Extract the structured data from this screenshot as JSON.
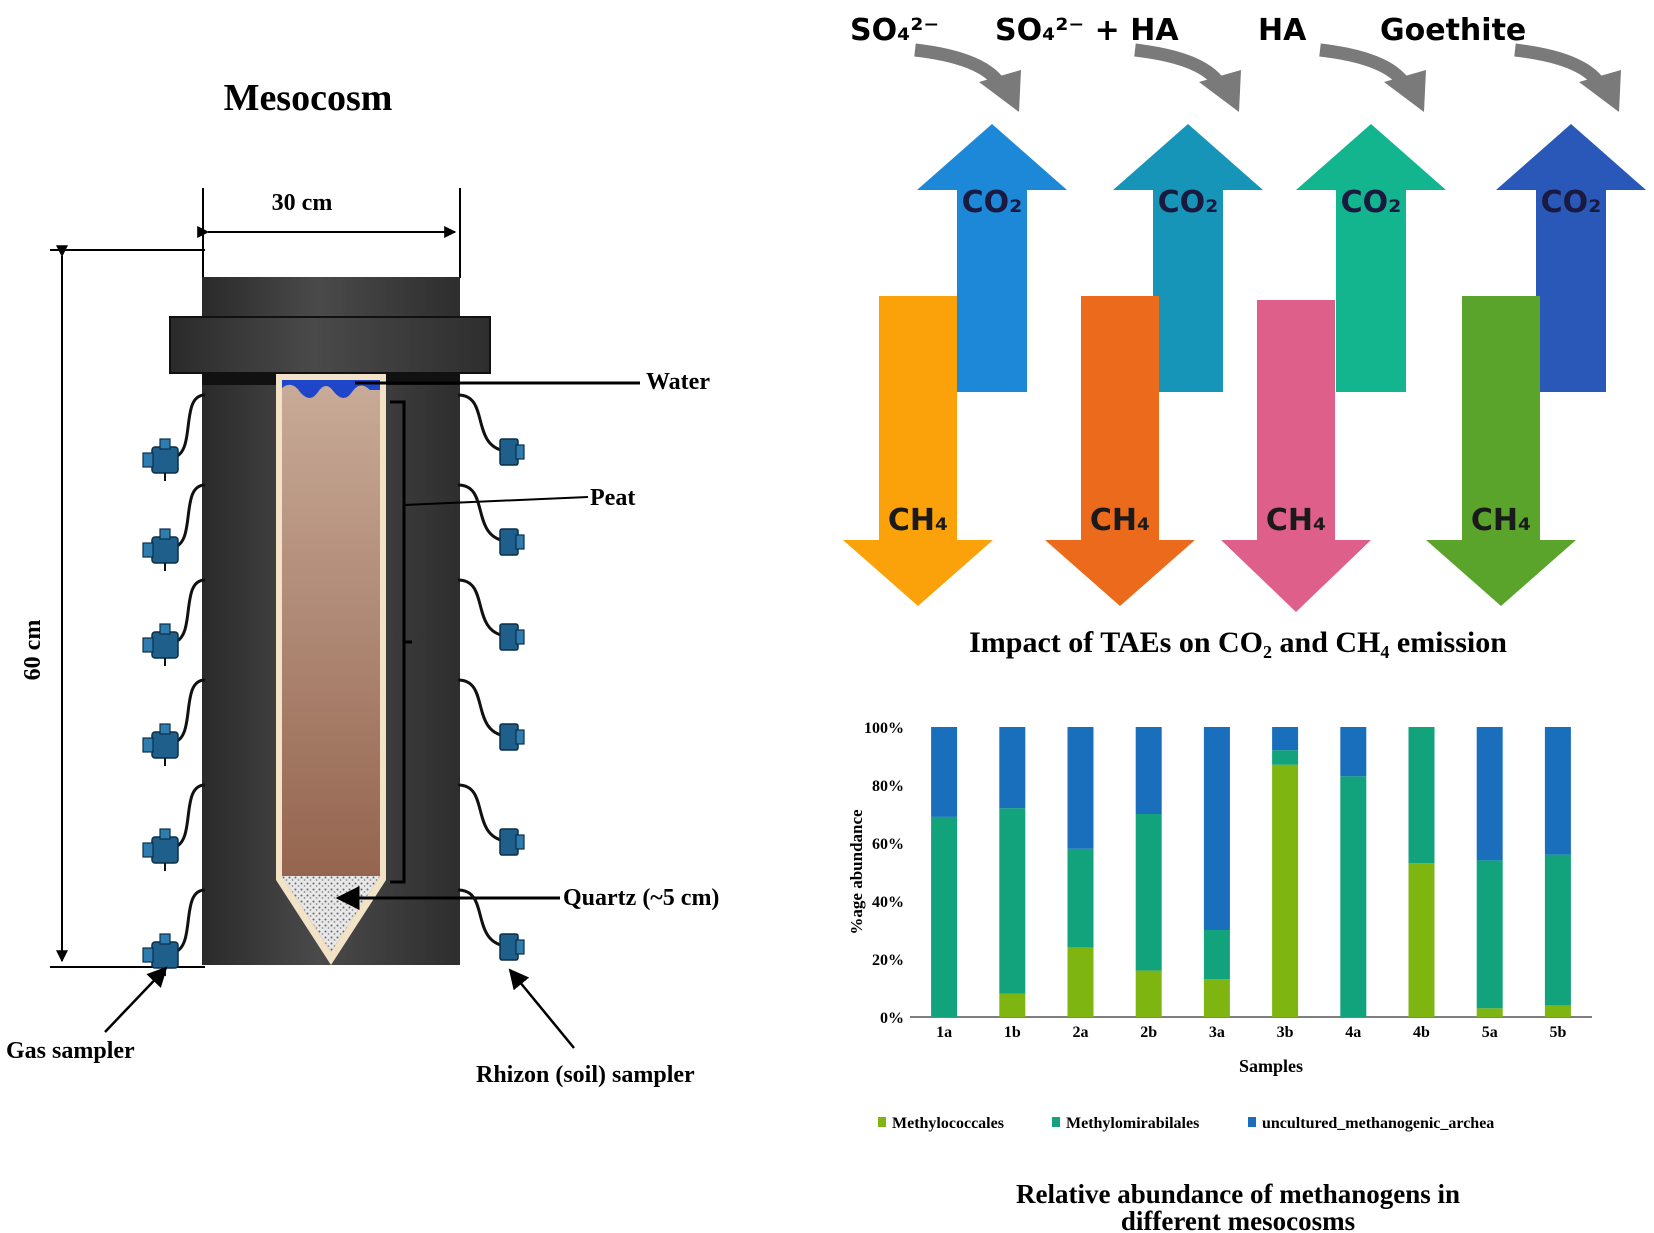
{
  "mesocosm": {
    "title": "Mesocosm",
    "width_label": "30 cm",
    "height_label": "60 cm",
    "labels": {
      "water": "Water",
      "peat": "Peat",
      "quartz": "Quartz (~5 cm)",
      "gas_sampler": "Gas sampler",
      "rhizon_sampler": "Rhizon (soil) sampler"
    }
  },
  "treatments": [
    {
      "label": "SO₄²⁻",
      "co2_color": "#1e88d8",
      "ch4_color": "#fba20a"
    },
    {
      "label": "SO₄²⁻ + HA",
      "co2_color": "#1795b8",
      "ch4_color": "#ec6a1c"
    },
    {
      "label": "HA",
      "co2_color": "#12b58e",
      "ch4_color": "#dd5f8a"
    },
    {
      "label": "Goethite",
      "co2_color": "#2a58b8",
      "ch4_color": "#5aa42c"
    }
  ],
  "arrow_labels": {
    "co2": "CO₂",
    "ch4": "CH₄"
  },
  "impact_title": "Impact of TAEs on CO₂ and CH₄ emission",
  "chart_data": {
    "type": "bar",
    "stacked": true,
    "categories": [
      "1a",
      "1b",
      "2a",
      "2b",
      "3a",
      "3b",
      "4a",
      "4b",
      "5a",
      "5b"
    ],
    "series": [
      {
        "name": "Methylococcales",
        "color": "#7fb511",
        "values": [
          0,
          8,
          24,
          16,
          13,
          87,
          0,
          53,
          3,
          4
        ]
      },
      {
        "name": "Methylomirabilales",
        "color": "#12a37c",
        "values": [
          69,
          64,
          34,
          54,
          17,
          5,
          83,
          47,
          51,
          52
        ]
      },
      {
        "name": "uncultured_methanogenic_archea",
        "color": "#1a6fbd",
        "values": [
          31,
          28,
          42,
          30,
          70,
          8,
          17,
          0,
          46,
          44
        ]
      }
    ],
    "y_ticks": [
      "0%",
      "20%",
      "40%",
      "60%",
      "80%",
      "100%"
    ],
    "ylim": [
      0,
      100
    ],
    "xlabel": "Samples",
    "ylabel": "%age abundance",
    "legend_position": "bottom",
    "title": "Relative abundance of methanogens in different mesocosms"
  },
  "chart_title_lines": [
    "Relative abundance of methanogens in",
    "different mesocosms"
  ]
}
